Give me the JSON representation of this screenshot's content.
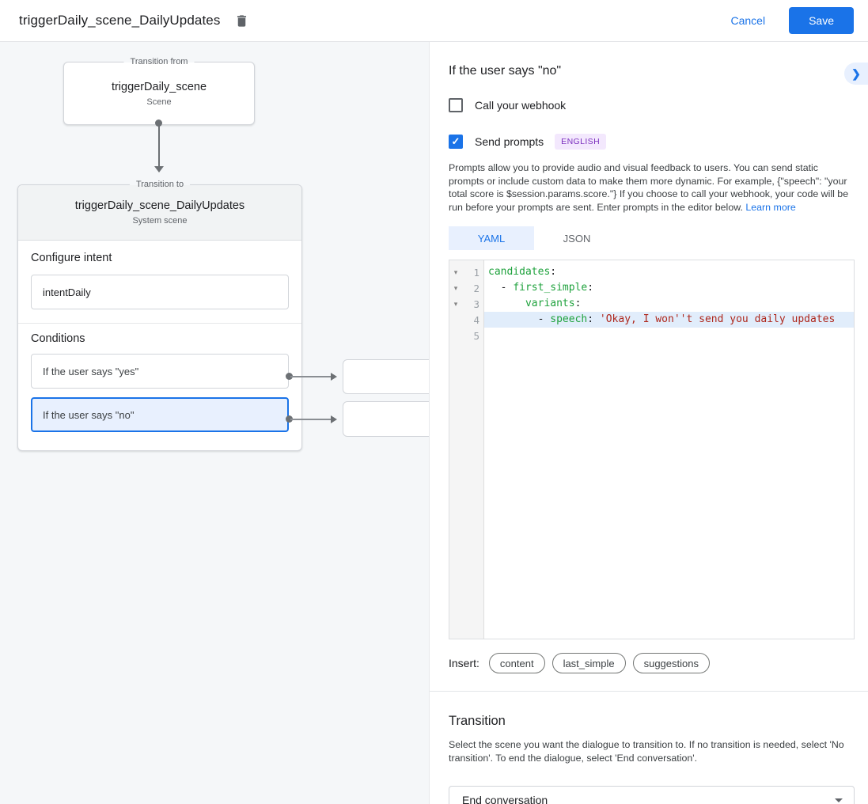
{
  "topbar": {
    "title": "triggerDaily_scene_DailyUpdates",
    "cancel_label": "Cancel",
    "save_label": "Save"
  },
  "colors": {
    "accent": "#1a73e8",
    "selected_bg": "#e8f0fe",
    "badge_bg": "#f3e8fd",
    "badge_text": "#7b2fbe",
    "code_key": "#1fa23d",
    "code_string": "#ae271c",
    "highlight_line_bg": "#e1edfb"
  },
  "icons": {
    "trash": "trash-icon",
    "chevron_right": "❯",
    "check": "✓",
    "fold_arrow": "▾"
  },
  "diagram": {
    "from_box": {
      "legend": "Transition from",
      "name": "triggerDaily_scene",
      "type": "Scene"
    },
    "to_box": {
      "legend": "Transition to",
      "name": "triggerDaily_scene_DailyUpdates",
      "type": "System scene"
    },
    "intent_section": {
      "label": "Configure intent",
      "value": "intentDaily"
    },
    "conditions_section": {
      "label": "Conditions",
      "items": [
        {
          "label": "If the user says \"yes\"",
          "selected": false
        },
        {
          "label": "If the user says \"no\"",
          "selected": true
        }
      ]
    }
  },
  "panel": {
    "title": "If the user says \"no\"",
    "webhook_checkbox": {
      "label": "Call your webhook",
      "checked": false
    },
    "prompts_checkbox": {
      "label": "Send prompts",
      "checked": true,
      "badge": "ENGLISH"
    },
    "description": "Prompts allow you to provide audio and visual feedback to users. You can send static prompts or include custom data to make them more dynamic. For example, {\"speech\": \"your total score is $session.params.score.\"} If you choose to call your webhook, your code will be run before your prompts are sent. Enter prompts in the editor below. ",
    "learn_more_label": "Learn more",
    "tabs": [
      {
        "label": "YAML",
        "active": true
      },
      {
        "label": "JSON",
        "active": false
      }
    ],
    "editor": {
      "lines": [
        {
          "num": 1,
          "fold": true,
          "highlight": false,
          "segments": [
            {
              "cls": "key",
              "text": "candidates"
            },
            {
              "cls": "plain",
              "text": ":"
            }
          ]
        },
        {
          "num": 2,
          "fold": true,
          "highlight": false,
          "segments": [
            {
              "cls": "plain",
              "text": "  - "
            },
            {
              "cls": "key",
              "text": "first_simple"
            },
            {
              "cls": "plain",
              "text": ":"
            }
          ]
        },
        {
          "num": 3,
          "fold": true,
          "highlight": false,
          "segments": [
            {
              "cls": "plain",
              "text": "      "
            },
            {
              "cls": "key",
              "text": "variants"
            },
            {
              "cls": "plain",
              "text": ":"
            }
          ]
        },
        {
          "num": 4,
          "fold": false,
          "highlight": true,
          "segments": [
            {
              "cls": "plain",
              "text": "        - "
            },
            {
              "cls": "key",
              "text": "speech"
            },
            {
              "cls": "plain",
              "text": ": "
            },
            {
              "cls": "str",
              "text": "'Okay, I won''t send you daily updates"
            }
          ]
        },
        {
          "num": 5,
          "fold": false,
          "highlight": false,
          "segments": []
        }
      ]
    },
    "insert": {
      "label": "Insert:",
      "chips": [
        "content",
        "last_simple",
        "suggestions"
      ]
    },
    "transition": {
      "title": "Transition",
      "description": "Select the scene you want the dialogue to transition to. If no transition is needed, select 'No transition'. To end the dialogue, select 'End conversation'.",
      "selected_value": "End conversation"
    }
  }
}
